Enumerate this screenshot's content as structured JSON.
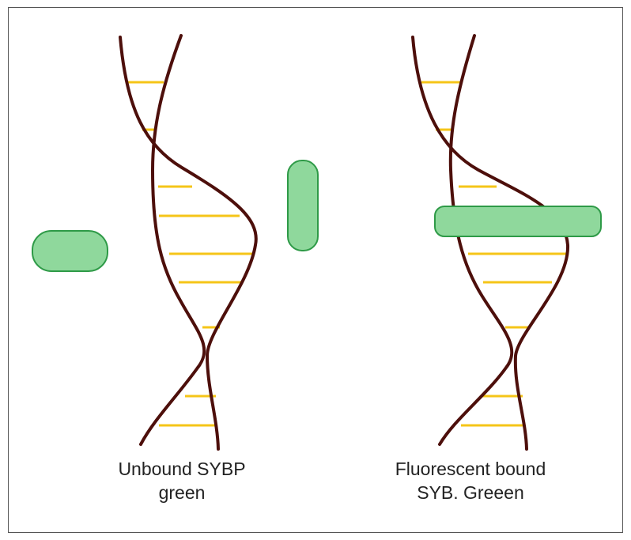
{
  "captions": {
    "left_line1": "Unbound SYBP",
    "left_line2": "green",
    "right_line1": "Fluorescent bound",
    "right_line2": "SYB. Greeen"
  },
  "colors": {
    "backbone": "#4d0f0b",
    "base_pair": "#f5c518",
    "dye_fill": "#8fd89c",
    "dye_stroke": "#2e9a47",
    "border": "#555555"
  }
}
